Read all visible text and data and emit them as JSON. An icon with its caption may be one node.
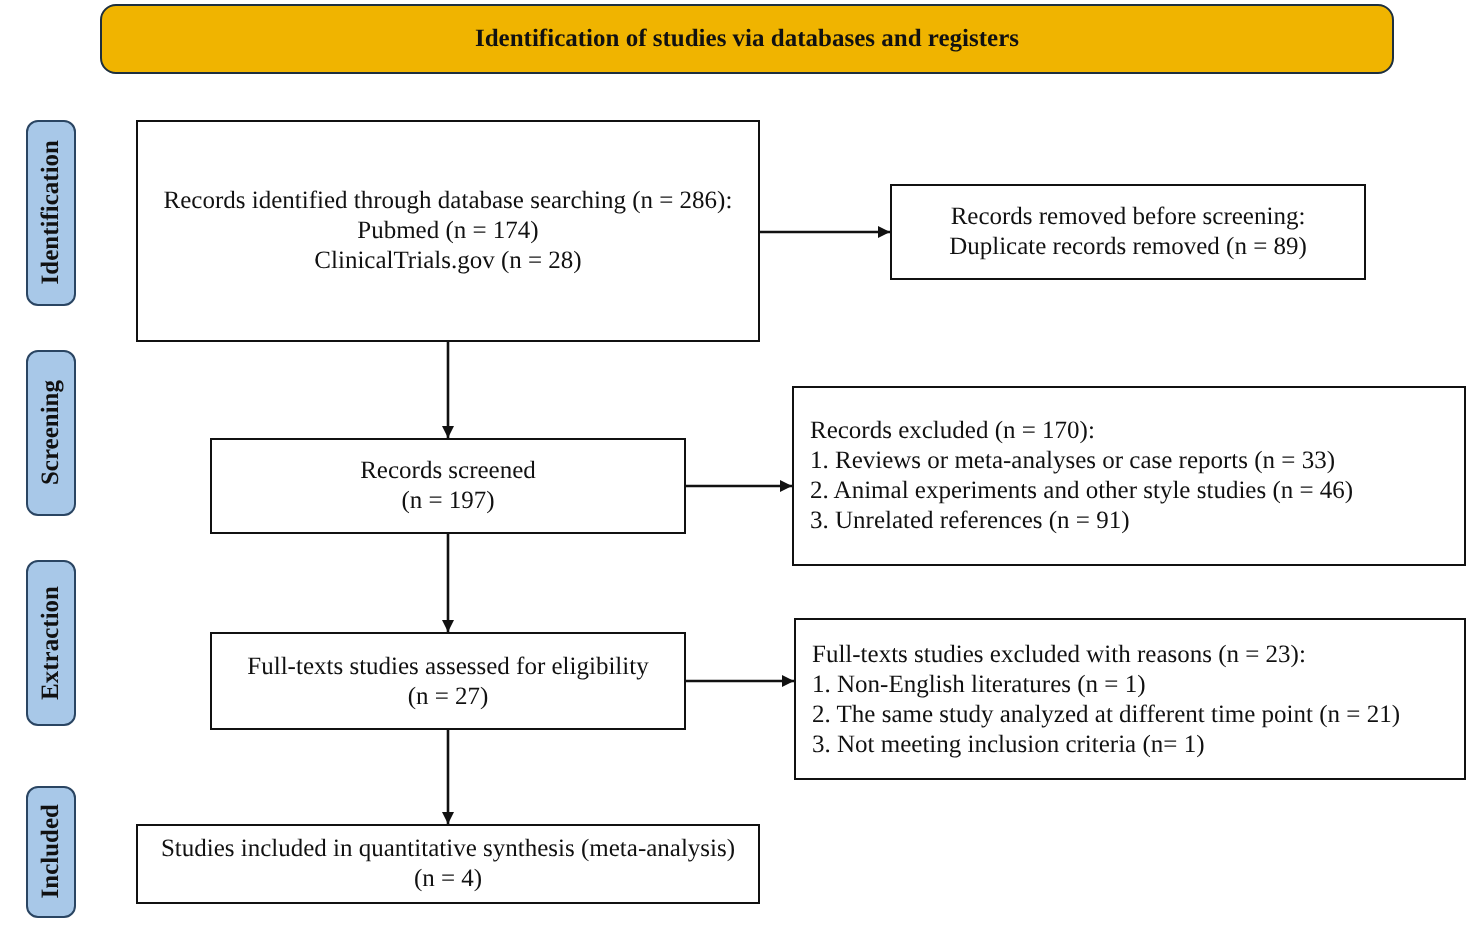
{
  "diagram": {
    "nodes": [
      {
        "text": [
          "Identification of studies via databases and registers"
        ]
      },
      {
        "text": [
          "Identification"
        ]
      },
      {
        "text": [
          "Records identified through database searching (n = 286):",
          "Pubmed (n = 174)",
          "ClinicalTrials.gov (n = 28)"
        ]
      },
      {
        "text": [
          "Records removed before screening:",
          "Duplicate records removed (n = 89)"
        ]
      },
      {
        "text": [
          "Screening"
        ]
      },
      {
        "text": [
          "Records screened",
          "(n = 197)"
        ]
      },
      {
        "text": [
          "Records excluded (n = 170):",
          "1. Reviews or meta-analyses or case reports (n = 33)",
          "2. Animal experiments and other style studies (n = 46)",
          "3. Unrelated references (n = 91)"
        ]
      },
      {
        "text": [
          "Extraction"
        ]
      },
      {
        "text": [
          "Full-texts studies assessed for eligibility",
          "(n = 27)"
        ]
      },
      {
        "text": [
          "Full-texts studies excluded with reasons (n = 23):",
          "1. Non-English literatures (n = 1)",
          "2. The same study analyzed at different time point (n = 21)",
          "3. Not meeting inclusion criteria (n= 1)"
        ]
      },
      {
        "text": [
          "Included"
        ]
      },
      {
        "text": [
          "Studies included in quantitative synthesis (meta-analysis)",
          "(n = 4)"
        ]
      }
    ],
    "edges": [
      {
        "from": 2,
        "to": 3,
        "arrow": "to"
      },
      {
        "from": 2,
        "to": 5,
        "arrow": "to"
      },
      {
        "from": 5,
        "to": 6,
        "arrow": "to"
      },
      {
        "from": 5,
        "to": 8,
        "arrow": "to"
      },
      {
        "from": 8,
        "to": 9,
        "arrow": "to"
      },
      {
        "from": 8,
        "to": 11,
        "arrow": "to"
      }
    ]
  }
}
